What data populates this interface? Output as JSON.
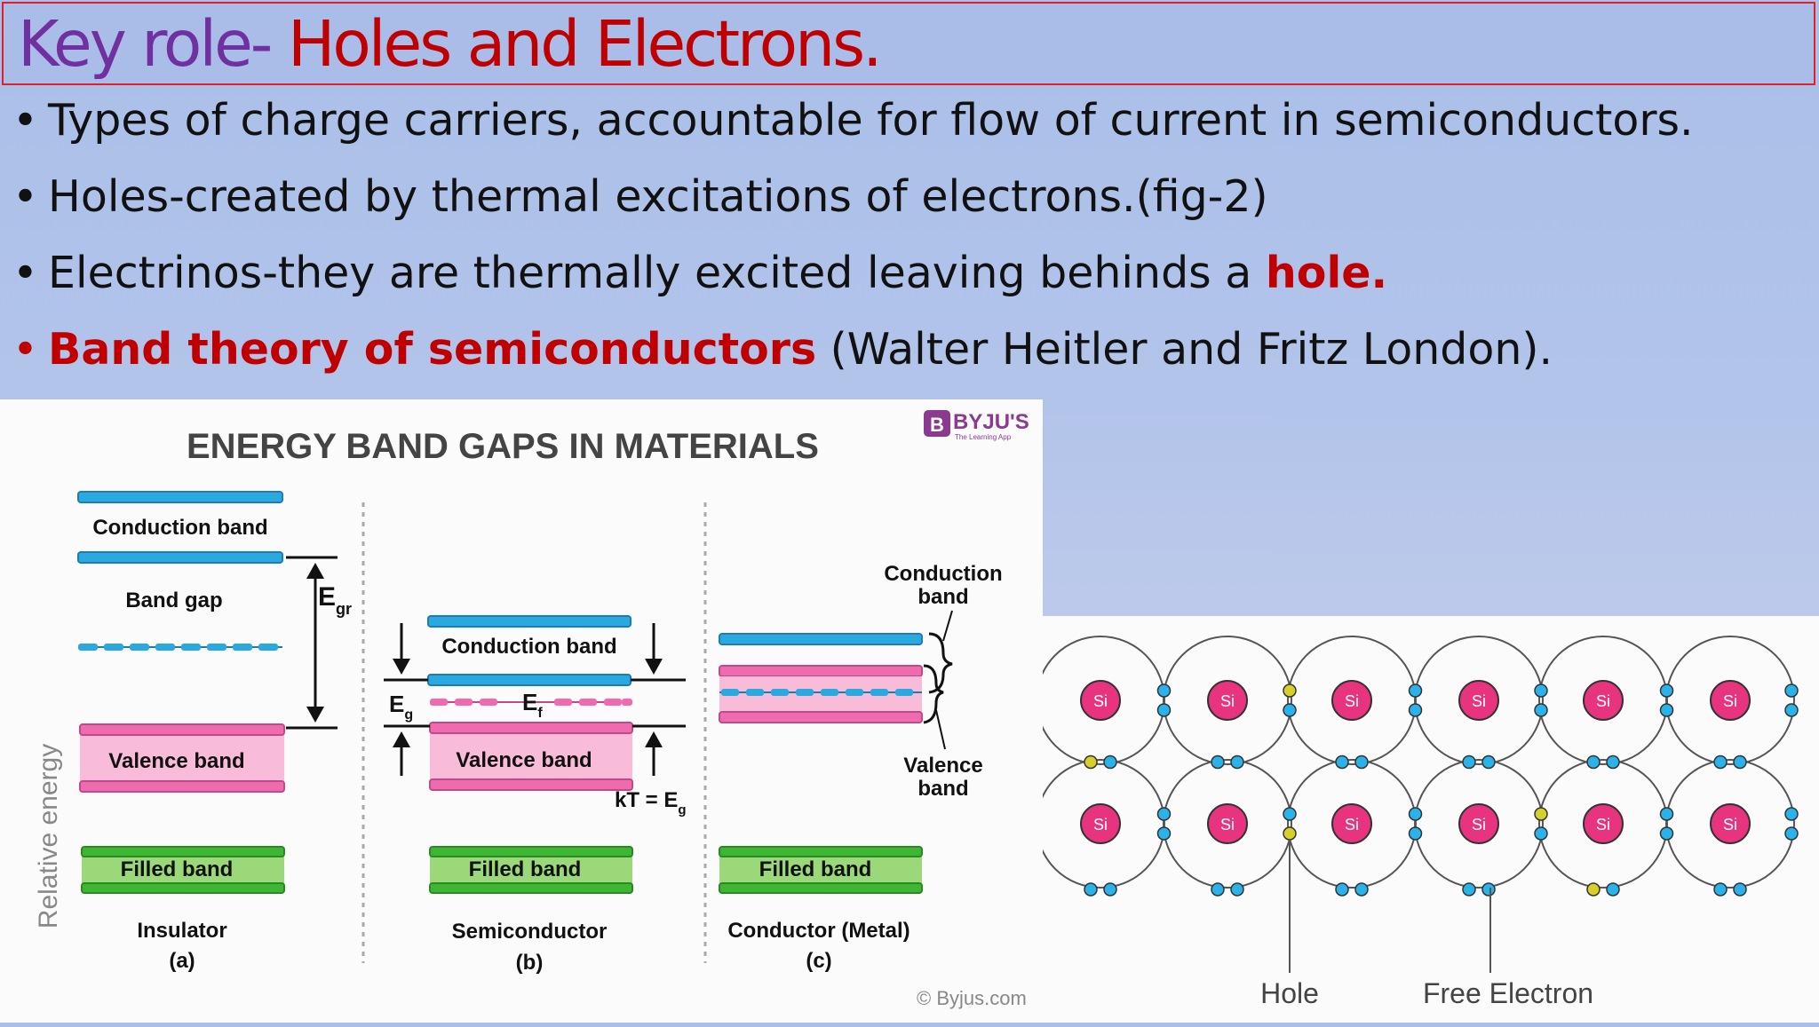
{
  "slide": {
    "title_part1": "Key role-",
    "title_part2": " Holes and Electrons.",
    "bullets": [
      {
        "text": "Types of charge carriers, accountable for flow of current in semiconductors."
      },
      {
        "text": "Holes-created by thermal excitations of electrons.(fig-2)"
      },
      {
        "text_before": "Electrinos-they are thermally excited leaving behinds a ",
        "highlight": "hole."
      },
      {
        "highlight": "Band theory of semiconductors",
        "text_after": " (Walter Heitler and Fritz London)."
      }
    ],
    "bullet_symbol": "•"
  },
  "band_diagram": {
    "title": "ENERGY BAND GAPS IN MATERIALS",
    "logo_text": "BYJU'S",
    "logo_subtext": "The Learning App",
    "logo_letter": "B",
    "y_axis_label": "Relative energy",
    "copyright": "© Byjus.com",
    "insulator": {
      "conduction": "Conduction band",
      "gap": "Band gap",
      "egr_main": "E",
      "egr_sub": "gr",
      "valence": "Valence band",
      "filled": "Filled band",
      "name": "Insulator",
      "letter": "(a)"
    },
    "semiconductor": {
      "conduction": "Conduction band",
      "eg_main": "E",
      "eg_sub": "g",
      "ef_main": "E",
      "ef_sub": "f",
      "valence": "Valence band",
      "kt_main": "kT = E",
      "kt_sub": "g",
      "filled": "Filled band",
      "name": "Semiconductor",
      "letter": "(b)"
    },
    "conductor": {
      "conduction_line1": "Conduction",
      "conduction_line2": "band",
      "valence_line1": "Valence",
      "valence_line2": "band",
      "filled": "Filled band",
      "name": "Conductor (Metal)",
      "letter": "(c)"
    },
    "colors": {
      "conduction": "#29a9e0",
      "valence": "#f06ab0",
      "valence_fill": "#f8bcd9",
      "filled": "#3fb534",
      "filled_fill": "#9bd87a",
      "logo": "#8b3a8f"
    }
  },
  "lattice": {
    "atom_label": "Si",
    "hole_label": "Hole",
    "free_electron_label": "Free Electron",
    "colors": {
      "atom": "#e8347e",
      "electron": "#2ab2ea",
      "hole": "#d8d02a"
    }
  }
}
